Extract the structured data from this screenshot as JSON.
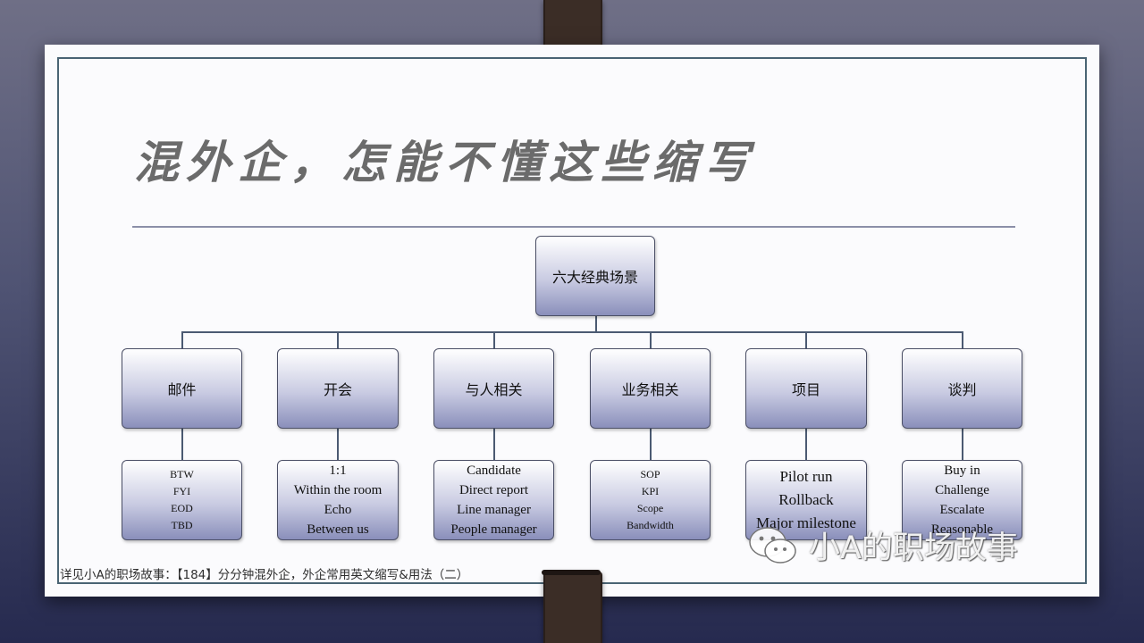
{
  "title": "混外企，怎能不懂这些缩写",
  "root": "六大经典场景",
  "categories": [
    {
      "label": "邮件",
      "items": [
        "BTW",
        "FYI",
        "EOD",
        "TBD"
      ]
    },
    {
      "label": "开会",
      "items": [
        "1:1",
        "Within the room",
        "Echo",
        "Between us"
      ]
    },
    {
      "label": "与人相关",
      "items": [
        "Candidate",
        "Direct report",
        "Line manager",
        "People manager"
      ]
    },
    {
      "label": "业务相关",
      "items": [
        "SOP",
        "KPI",
        "Scope",
        "Bandwidth"
      ]
    },
    {
      "label": "项目",
      "items": [
        "Pilot run",
        "Rollback",
        "Major milestone"
      ]
    },
    {
      "label": "谈判",
      "items": [
        "Buy in",
        "Challenge",
        "Escalate",
        "Reasonable"
      ]
    }
  ],
  "caption": "详见小A的职场故事：【184】分分钟混外企，外企常用英文缩写&用法（二）",
  "watermark": "小A的职场故事",
  "colors": {
    "node_top": "#ffffff",
    "node_bottom": "#8a8fbb",
    "border": "#4a6474"
  }
}
